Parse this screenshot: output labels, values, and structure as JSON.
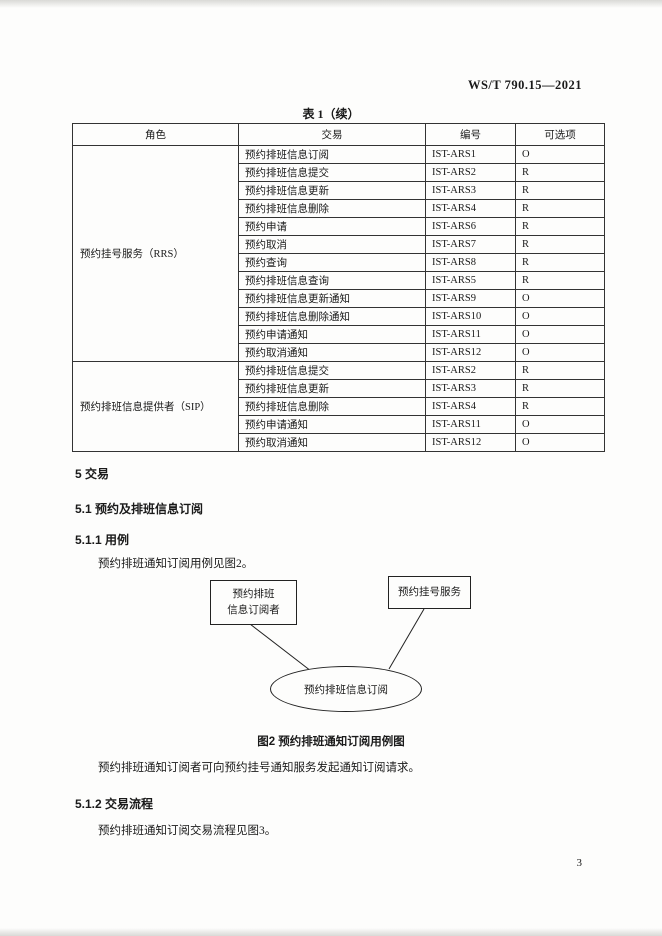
{
  "header": {
    "doc_number": "WS/T 790.15—2021"
  },
  "table": {
    "title": "表 1（续）",
    "columns": [
      "角色",
      "交易",
      "编号",
      "可选项"
    ],
    "groups": [
      {
        "role": "预约挂号服务（RRS）",
        "rows": [
          [
            "预约排班信息订阅",
            "IST-ARS1",
            "O"
          ],
          [
            "预约排班信息提交",
            "IST-ARS2",
            "R"
          ],
          [
            "预约排班信息更新",
            "IST-ARS3",
            "R"
          ],
          [
            "预约排班信息删除",
            "IST-ARS4",
            "R"
          ],
          [
            "预约申请",
            "IST-ARS6",
            "R"
          ],
          [
            "预约取消",
            "IST-ARS7",
            "R"
          ],
          [
            "预约查询",
            "IST-ARS8",
            "R"
          ],
          [
            "预约排班信息查询",
            "IST-ARS5",
            "R"
          ],
          [
            "预约排班信息更新通知",
            "IST-ARS9",
            "O"
          ],
          [
            "预约排班信息删除通知",
            "IST-ARS10",
            "O"
          ],
          [
            "预约申请通知",
            "IST-ARS11",
            "O"
          ],
          [
            "预约取消通知",
            "IST-ARS12",
            "O"
          ]
        ]
      },
      {
        "role": "预约排班信息提供者（SIP）",
        "rows": [
          [
            "预约排班信息提交",
            "IST-ARS2",
            "R"
          ],
          [
            "预约排班信息更新",
            "IST-ARS3",
            "R"
          ],
          [
            "预约排班信息删除",
            "IST-ARS4",
            "R"
          ],
          [
            "预约申请通知",
            "IST-ARS11",
            "O"
          ],
          [
            "预约取消通知",
            "IST-ARS12",
            "O"
          ]
        ]
      }
    ]
  },
  "sections": {
    "h5": "5  交易",
    "h51": "5.1  预约及排班信息订阅",
    "h511": "5.1.1  用例",
    "p1": "预约排班通知订阅用例见图2。",
    "fig_caption": "图2  预约排班通知订阅用例图",
    "p2": "预约排班通知订阅者可向预约挂号通知服务发起通知订阅请求。",
    "h512": "5.1.2  交易流程",
    "p3": "预约排班通知订阅交易流程见图3。"
  },
  "diagram": {
    "actor_left": "预约排班\n信息订阅者",
    "actor_right": "预约挂号服务",
    "usecase": "预约排班信息订阅"
  },
  "footer": {
    "page_number": "3"
  }
}
